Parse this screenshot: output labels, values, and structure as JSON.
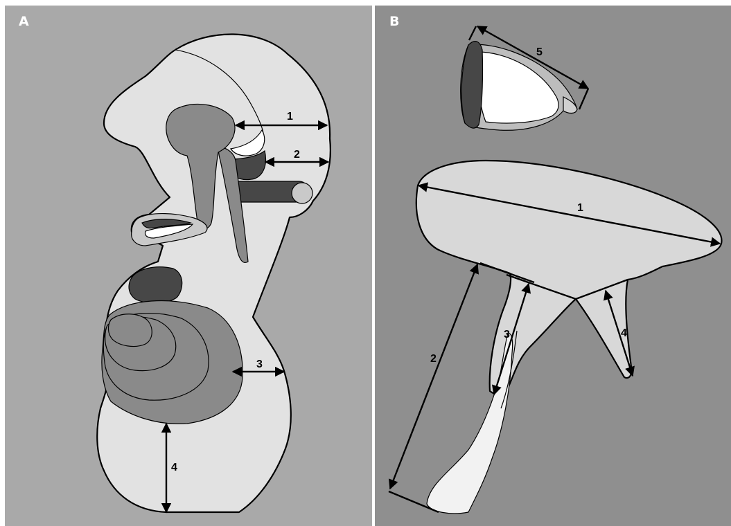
{
  "panels": [
    {
      "label": "A",
      "measurements": [
        "1",
        "2",
        "3",
        "4"
      ]
    },
    {
      "label": "B",
      "measurements": [
        "1",
        "2",
        "3",
        "4",
        "5"
      ]
    }
  ],
  "colors": {
    "background_a": "#a9a9a9",
    "background_b": "#8f8f8f",
    "light_region": "#e2e2e2",
    "mid_gray": "#8a8a8a",
    "dark_gray": "#474747",
    "white": "#ffffff",
    "line": "#000000"
  }
}
